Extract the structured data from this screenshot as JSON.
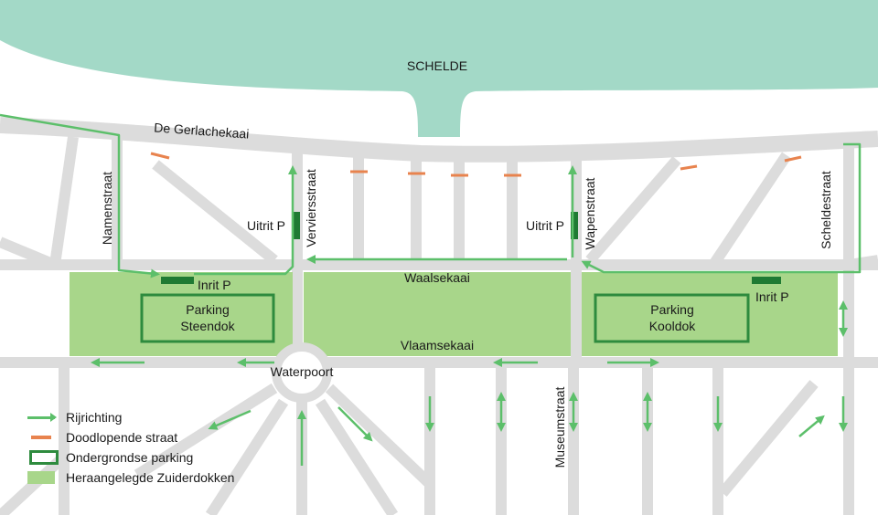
{
  "river": {
    "name": "SCHELDE"
  },
  "streets": {
    "gerlachekaai": "De Gerlachekaai",
    "namenstraat": "Namenstraat",
    "verviersstraat": "Verviersstraat",
    "wapenstraat": "Wapenstraat",
    "scheldestraat": "Scheldestraat",
    "waalsekaai": "Waalsekaai",
    "vlaamsekaai": "Vlaamsekaai",
    "waterpoort": "Waterpoort",
    "museumstraat": "Museumstraat"
  },
  "parkings": {
    "steendok": {
      "line1": "Parking",
      "line2": "Steendok"
    },
    "kooldok": {
      "line1": "Parking",
      "line2": "Kooldok"
    }
  },
  "access": {
    "uitrit_left": "Uitrit P",
    "uitrit_right": "Uitrit P",
    "inrit_left": "Inrit P",
    "inrit_right": "Inrit P"
  },
  "legend": {
    "direction": "Rijrichting",
    "dead_end": "Doodlopende straat",
    "underground_parking": "Ondergrondse parking",
    "zuiderdokken": "Heraangelegde Zuiderdokken"
  },
  "colors": {
    "water": "#a3d9c7",
    "road": "#dcdcdc",
    "zone": "#a8d68a",
    "arrow": "#5cbf6a",
    "dead_end": "#e8834e",
    "parking_border": "#2e8b3e",
    "access_bar": "#1f7a33"
  }
}
